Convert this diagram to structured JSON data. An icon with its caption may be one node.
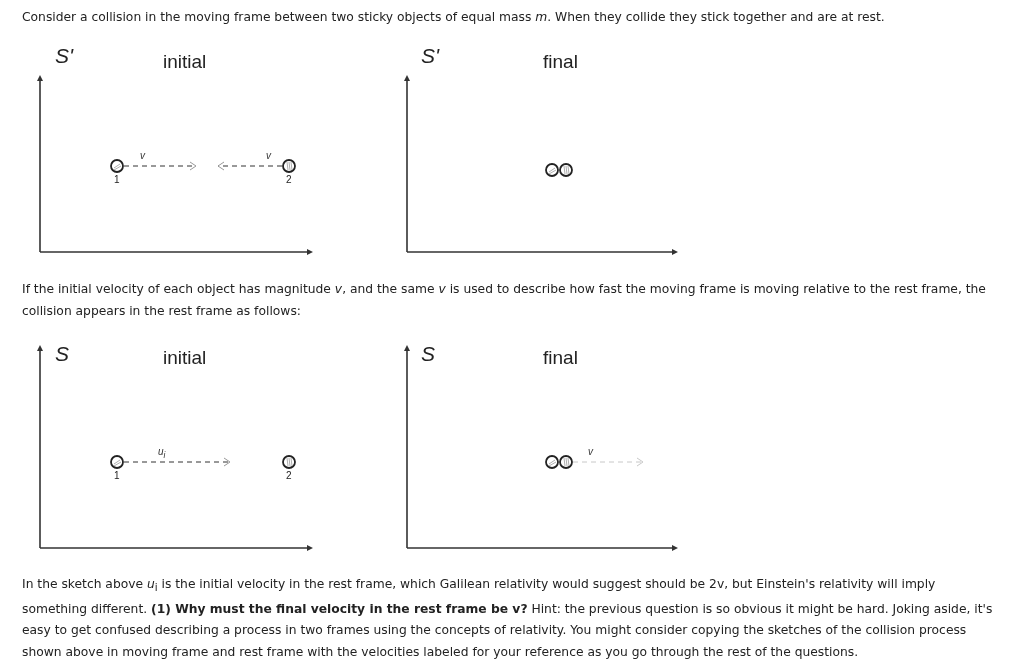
{
  "diagram": {
    "nodes": [
      {
        "text": [],
        "shape": "circle",
        "beside": [
          "1"
        ]
      },
      {
        "text": [],
        "shape": "circle",
        "beside": [
          "2"
        ]
      },
      {
        "text": [],
        "shape": "circle"
      },
      {
        "text": [],
        "shape": "circle"
      },
      {
        "text": [],
        "shape": "circle",
        "beside": [
          "1"
        ]
      },
      {
        "text": [],
        "shape": "circle",
        "beside": [
          "2"
        ]
      },
      {
        "text": [],
        "shape": "circle"
      },
      {
        "text": [],
        "shape": "circle"
      }
    ],
    "edges": [
      {
        "from": 0,
        "to": null,
        "arrow": "to",
        "label": "v",
        "style": "dashed"
      },
      {
        "from": 1,
        "to": null,
        "arrow": "to",
        "label": "v",
        "style": "dashed"
      },
      {
        "from": 4,
        "to": null,
        "arrow": "to",
        "label": "*u*$_{i}$",
        "style": "dashed"
      },
      {
        "from": 7,
        "to": null,
        "arrow": "to",
        "label": "v",
        "style": "dashed",
        "color": "#c8c8c8"
      }
    ],
    "labels": [
      "Consider a collision in the moving frame between two sticky objects of equal mass *m*. When they collide they stick together and are at rest.",
      "S'",
      "initial",
      "S'",
      "final",
      "If the initial velocity of each object has magnitude *v*, and the same *v* is used to describe how fast the moving frame is moving relative to the rest frame, the collision appears in the rest frame as follows:",
      "S",
      "initial",
      "S",
      "final",
      "In the sketch above *u*$_{i}$ is the initial velocity in the rest frame, which Galilean relativity would suggest should be 2v, but Einstein's relativity will imply something different. **(1) Why must the final velocity in the rest frame be v?** Hint: the previous question is so obvious it might be hard. Joking aside, it's easy to get confused describing a process in two frames using the concepts of relativity. You might consider copying the sketches of the collision process shown above in moving frame and rest frame with the velocities labeled for your reference as you go through the rest of the questions."
    ]
  }
}
